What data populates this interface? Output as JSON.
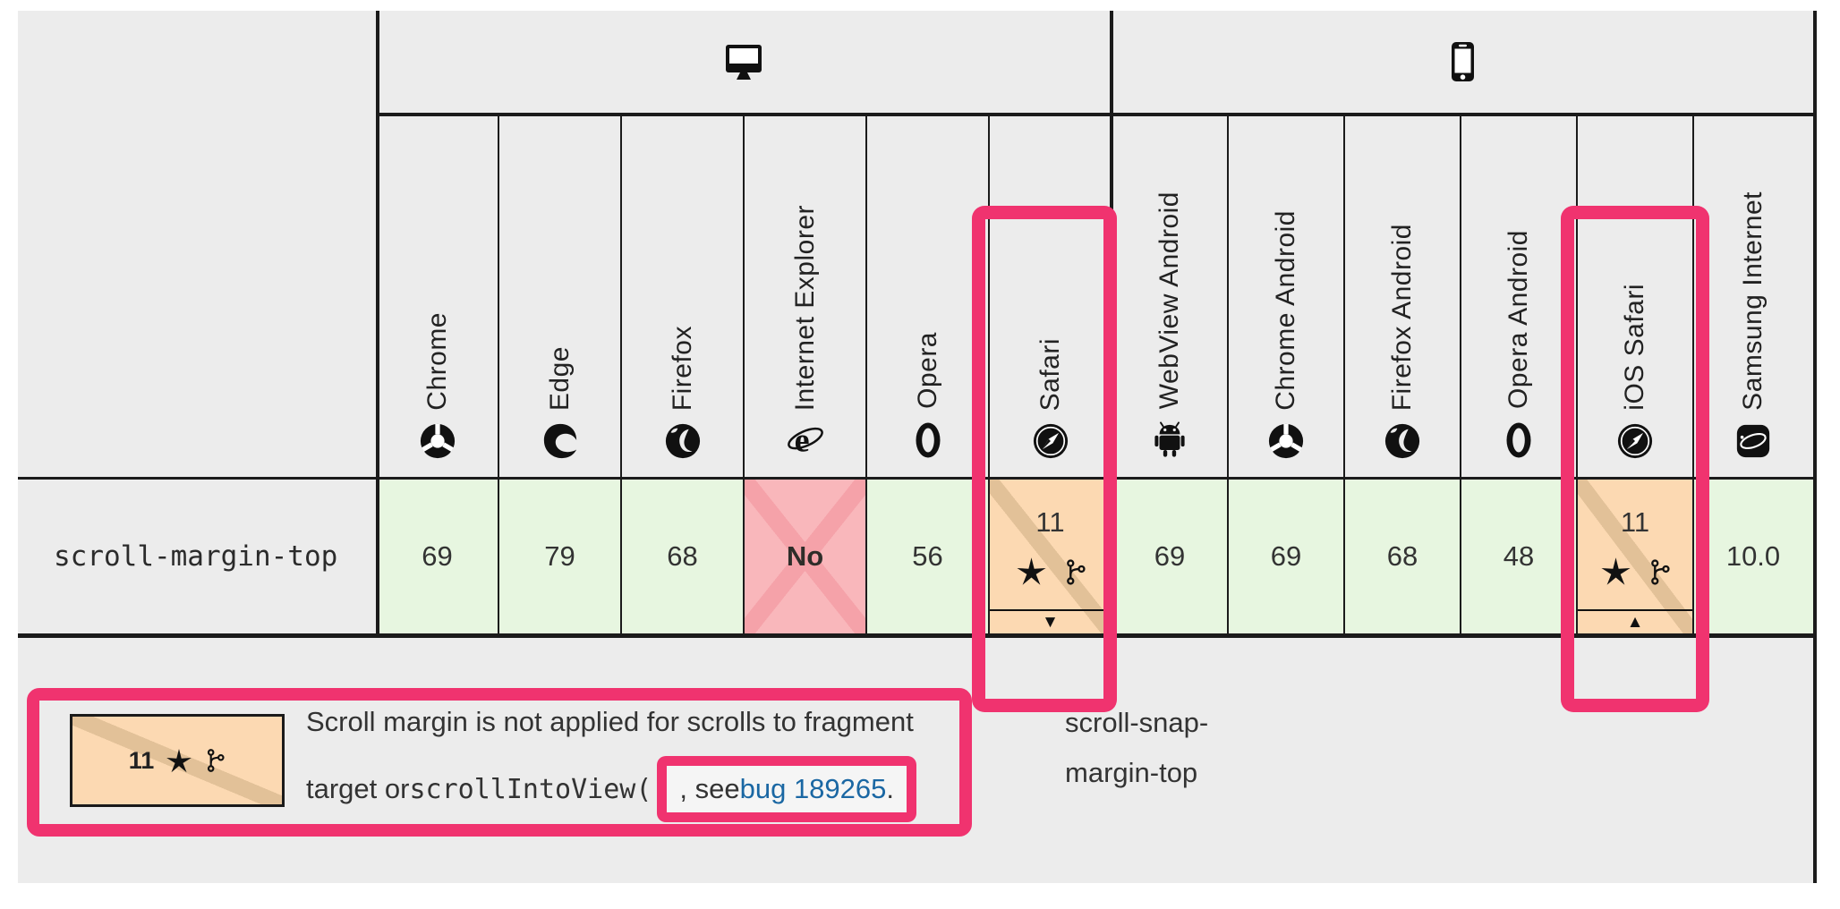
{
  "header": {
    "platforms": [
      {
        "id": "desktop",
        "icon": "desktop-icon"
      },
      {
        "id": "mobile",
        "icon": "mobile-icon"
      }
    ],
    "browsers": [
      {
        "name": "Chrome",
        "icon": "chrome-icon"
      },
      {
        "name": "Edge",
        "icon": "edge-icon"
      },
      {
        "name": "Firefox",
        "icon": "firefox-icon"
      },
      {
        "name": "Internet Explorer",
        "icon": "internet-explorer-icon"
      },
      {
        "name": "Opera",
        "icon": "opera-icon"
      },
      {
        "name": "Safari",
        "icon": "safari-icon"
      },
      {
        "name": "WebView Android",
        "icon": "webview-android-icon"
      },
      {
        "name": "Chrome Android",
        "icon": "chrome-icon"
      },
      {
        "name": "Firefox Android",
        "icon": "firefox-icon"
      },
      {
        "name": "Opera Android",
        "icon": "opera-icon"
      },
      {
        "name": "iOS Safari",
        "icon": "safari-icon"
      },
      {
        "name": "Samsung Internet",
        "icon": "samsung-internet-icon"
      }
    ]
  },
  "row": {
    "property": "scroll-margin-top",
    "cells": [
      {
        "browser": "Chrome",
        "value": "69",
        "support": "yes"
      },
      {
        "browser": "Edge",
        "value": "79",
        "support": "yes"
      },
      {
        "browser": "Firefox",
        "value": "68",
        "support": "yes"
      },
      {
        "browser": "Internet Explorer",
        "value": "No",
        "support": "no"
      },
      {
        "browser": "Opera",
        "value": "56",
        "support": "yes"
      },
      {
        "browser": "Safari",
        "value": "11",
        "support": "partial",
        "icons": [
          "footnote-star-icon",
          "alternate-name-icon"
        ],
        "caret": "down"
      },
      {
        "browser": "WebView Android",
        "value": "69",
        "support": "yes"
      },
      {
        "browser": "Chrome Android",
        "value": "69",
        "support": "yes"
      },
      {
        "browser": "Firefox Android",
        "value": "68",
        "support": "yes"
      },
      {
        "browser": "Opera Android",
        "value": "48",
        "support": "yes"
      },
      {
        "browser": "iOS Safari",
        "value": "11",
        "support": "partial",
        "icons": [
          "footnote-star-icon",
          "alternate-name-icon"
        ],
        "caret": "up"
      },
      {
        "browser": "Samsung Internet",
        "value": "10.0",
        "support": "yes"
      }
    ]
  },
  "expanded_detail": {
    "lines": [
      "scroll-snap-",
      "margin-top"
    ]
  },
  "footnote": {
    "legend_version": "11",
    "line1": "Scroll margin is not applied for scrolls to fragment",
    "line2_prefix": "target or ",
    "line2_code": "scrollIntoView(",
    "boxed_text": ", see ",
    "link_text": "bug 189265",
    "after_link": "."
  },
  "colors": {
    "panel_bg": "#ececec",
    "border": "#1b1b1b",
    "support_yes_bg": "#e7f6e0",
    "support_no_bg": "#f9b7bb",
    "support_no_stripe": "#f5a2a9",
    "partial_bg": "#fcd9b2",
    "partial_stripe": "#e2c198",
    "highlight_pink": "#f0336f",
    "link_blue": "#1a67a3",
    "caret_glyph_down": "▼",
    "caret_glyph_up": "▲"
  }
}
